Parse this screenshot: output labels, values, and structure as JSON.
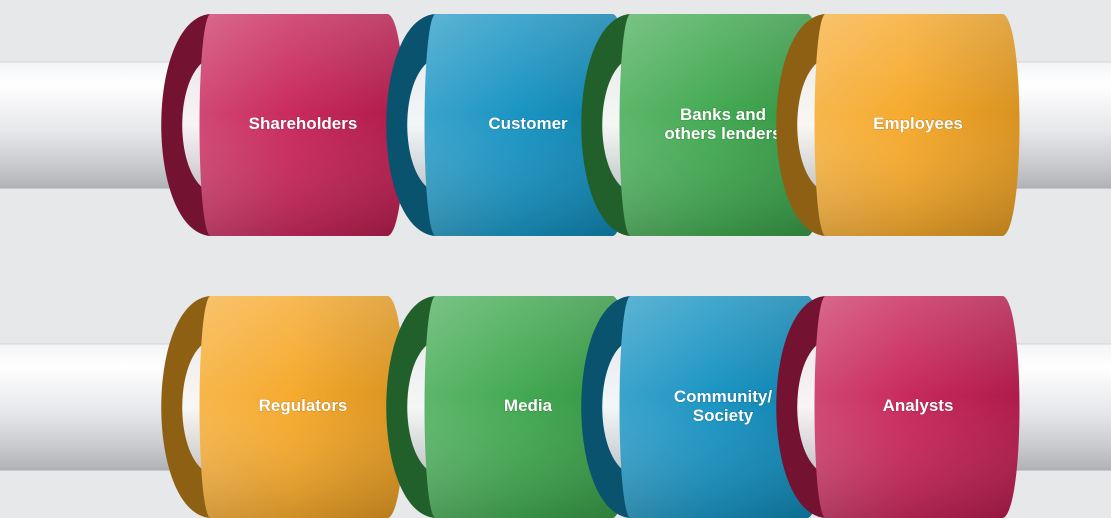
{
  "colors": {
    "background": "#e7e8ea",
    "pipe_light": "#fbfbfc",
    "pipe_mid": "#dcdde0",
    "pipe_dark": "#b7b9bd",
    "pink": "#c61f55",
    "blue": "#0f8fc0",
    "green": "#3aa64a",
    "orange": "#f5a623"
  },
  "rows": [
    {
      "name": "row-top",
      "bands": [
        {
          "id": "shareholders",
          "label": "Shareholders",
          "color": "pink"
        },
        {
          "id": "customer",
          "label": "Customer",
          "color": "blue"
        },
        {
          "id": "banks",
          "label": "Banks and\nothers lenders",
          "color": "green"
        },
        {
          "id": "employees",
          "label": "Employees",
          "color": "orange"
        }
      ]
    },
    {
      "name": "row-bottom",
      "bands": [
        {
          "id": "regulators",
          "label": "Regulators",
          "color": "orange"
        },
        {
          "id": "media",
          "label": "Media",
          "color": "green"
        },
        {
          "id": "community",
          "label": "Community/\nSociety",
          "color": "blue"
        },
        {
          "id": "analysts",
          "label": "Analysts",
          "color": "pink"
        }
      ]
    }
  ]
}
